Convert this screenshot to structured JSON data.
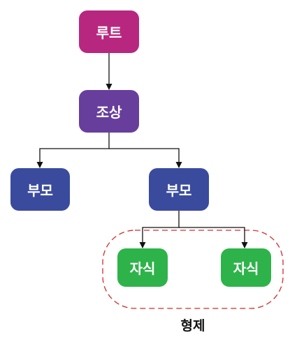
{
  "colors": {
    "root": "#b8277f",
    "ancestor": "#683e9c",
    "parent": "#3a4b9e",
    "child": "#2eb34a",
    "line": "#111111",
    "group_outline": "#d42a2a"
  },
  "nodes": {
    "root": {
      "label": "루트"
    },
    "ancestor": {
      "label": "조상"
    },
    "parent_left": {
      "label": "부모"
    },
    "parent_right": {
      "label": "부모"
    },
    "child_left": {
      "label": "자식"
    },
    "child_right": {
      "label": "자식"
    }
  },
  "group": {
    "label": "형제"
  }
}
